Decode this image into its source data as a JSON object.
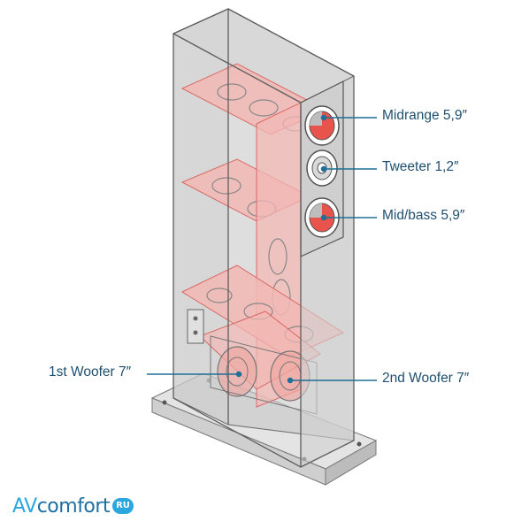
{
  "callouts": {
    "midrange": "Midrange 5,9″",
    "tweeter": "Tweeter 1,2″",
    "midbass": "Mid/bass 5,9″",
    "woofer1": "1st Woofer 7″",
    "woofer2": "2nd Woofer 7″"
  },
  "logo": {
    "av": "AV",
    "comfort": "comfort",
    "ru": "RU"
  },
  "colors": {
    "cabinet_fill": "#bdbdbd",
    "cabinet_stroke": "#6d6d6d",
    "brace_fill": "#f2b8b4",
    "brace_stroke": "#d96a66",
    "driver_red": "#e8534c",
    "callout_line": "#1f6f96",
    "label_text": "#1f4f6e",
    "logo_blue": "#2aa7dd"
  }
}
